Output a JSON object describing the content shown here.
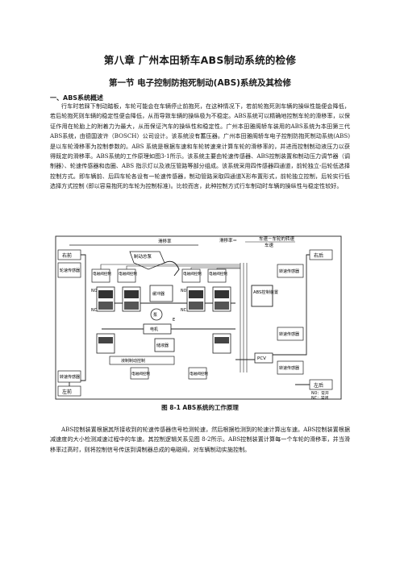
{
  "doc": {
    "chapter_title": "第八章 广州本田轿车ABS制动系统的检修",
    "section_title": "第一节   电子控制防抱死制动(ABS)系统及其检修",
    "subsection_title": "一、ABS系统概述",
    "paragraph1": "行车时若踩下制动踏板，车轮可能会在车辆停止前抱死，在这种情况下，若前轮抱死则车辆的操纵性能便会降低，若后轮抱死则车辆的稳定性便会降低，从而导致车辆的操纵极为不稳定。ABS系统可以精确地控制车轮的滑移率，以保证作用在轮胎上的附着力为最大，从而保证汽车的操纵性和稳定性。广州本田雅阁轿车装用的ABS系统为本田第三代ABS系统，由德国波许（BOSCH）公司设计。该系统没有蓄压器。广州本田雅阁轿车电子控制防抱死制动系统(ABS)是以车轮滑移率为控制参数的。ABS 系统是根据车速和车轮转速来计算车轮的滑移率的，并进而控制制动液压力以获得既定的滑移率。ABS系统的工作原理如图3-1所示。该系统主要由轮速传感器、ABS控制装置和制动压力调节器（调制器）、轮速传感器和齿圈、ABS 指示灯以及液压管路等部分组成。该系统采用四传感器四通道，前轮独立-后轮低选择控制方式。即车辆前、后四车轮各设有一轮速传感器，制动管路采取四通道X形布置形式，前轮独立控制，后轮实行低选择方式控制 (即以容易抱死的车轮为控制标准)。比较而言，此种控制方式行车制动时车辆的操纵性与稳定性较好。",
    "figure_caption": "图 8-1   ABS系统的工作原理",
    "paragraph2": "ABS控制装置根据其所接收到的轮速传感器信号检测轮速，然后根据检测到的轮速计算出车速。ABS控制装置根据减速度的大小检测减速过程中的车速。其控制逻辑关系见图 8-2所示。ABS控制装置计算每一个车轮的滑移率，并当滑移率过高时，则将控制信号传送到调制器总成的电磁阀，对车辆制动实施控制。"
  },
  "diagram": {
    "labels": {
      "front_right": "右前",
      "front_left": "右后",
      "rear_left": "左前",
      "rear_right": "左后",
      "slip_rate": "滑移率",
      "slip_formula_prefix": "滑移率＝",
      "slip_formula_num": "车速－车轮的转速",
      "slip_formula_den": "车速",
      "brake_pedal": "制动总泵",
      "wheel_speed_sensor_fr": "轮速传感器",
      "wheel_speed_sensor_fl": "转速传感器",
      "wheel_speed_sensor_rl": "转速传感器",
      "wheel_speed_sensor_rr": "转速传感器",
      "solenoid_1": "电磁阀控制",
      "solenoid_2": "电磁阀控制",
      "solenoid_3": "电磁阀控制",
      "solenoid_4": "电磁阀控制",
      "solenoid_5": "电磁阀控制",
      "solenoid_6": "电磁阀控制",
      "buffer_chamber": "缓冲器",
      "pump": "泵",
      "motor": "电机",
      "reservoir": "储液器",
      "fluid_pump_control": "液制制动控制",
      "abs_control": "ABS控制装置",
      "pcv": "PCV",
      "legend_sensor": "转速传感器",
      "legend_no": "NO：常开",
      "legend_nc": "NC：常闭",
      "no1": "NO",
      "nc1": "NC",
      "no2": "NO",
      "nc2": "NC",
      "e_label": "E"
    }
  }
}
